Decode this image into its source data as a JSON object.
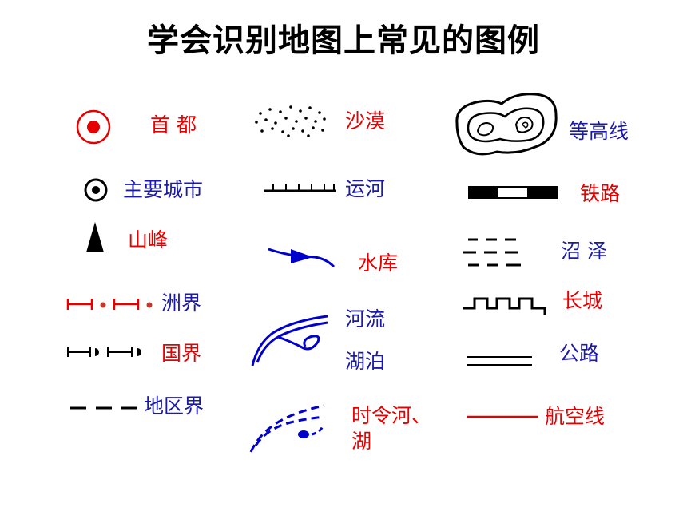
{
  "title": "学会识别地图上常见的图例",
  "colors": {
    "red": "#e60000",
    "blue": "#1a1aa6",
    "black": "#000000",
    "line_blue": "#0000cc"
  },
  "legend": {
    "capital": {
      "label": "首  都",
      "icon": "capital-icon",
      "color": "#e60000"
    },
    "major_city": {
      "label": "主要城市",
      "icon": "major-city-icon",
      "color": "#1a1aa6"
    },
    "peak": {
      "label": "山峰",
      "icon": "peak-icon",
      "color": "#e60000"
    },
    "continent_boundary": {
      "label": "洲界",
      "icon": "continent-boundary-icon",
      "color": "#1a1aa6"
    },
    "national_boundary": {
      "label": "国界",
      "icon": "national-boundary-icon",
      "color": "#e60000"
    },
    "regional_boundary": {
      "label": "地区界",
      "icon": "regional-boundary-icon",
      "color": "#1a1aa6"
    },
    "desert": {
      "label": "沙漠",
      "icon": "desert-icon",
      "color": "#e60000"
    },
    "canal": {
      "label": "运河",
      "icon": "canal-icon",
      "color": "#1a1aa6"
    },
    "reservoir": {
      "label": "水库",
      "icon": "reservoir-icon",
      "color": "#e60000"
    },
    "river": {
      "label": "河流",
      "icon": "river-icon",
      "color": "#1a1aa6"
    },
    "lake": {
      "label": "湖泊",
      "icon": "lake-icon",
      "color": "#1a1aa6"
    },
    "seasonal": {
      "label_line1": "时令河、",
      "label_line2": "湖",
      "icon": "seasonal-river-icon",
      "color": "#e60000"
    },
    "contour": {
      "label": "等高线",
      "icon": "contour-icon",
      "color": "#1a1aa6"
    },
    "railway": {
      "label": "铁路",
      "icon": "railway-icon",
      "color": "#e60000"
    },
    "swamp": {
      "label": "沼 泽",
      "icon": "swamp-icon",
      "color": "#1a1aa6"
    },
    "great_wall": {
      "label": "长城",
      "icon": "great-wall-icon",
      "color": "#e60000"
    },
    "highway": {
      "label": "公路",
      "icon": "highway-icon",
      "color": "#1a1aa6"
    },
    "air_route": {
      "label": "航空线",
      "icon": "air-route-icon",
      "color": "#e60000"
    }
  }
}
